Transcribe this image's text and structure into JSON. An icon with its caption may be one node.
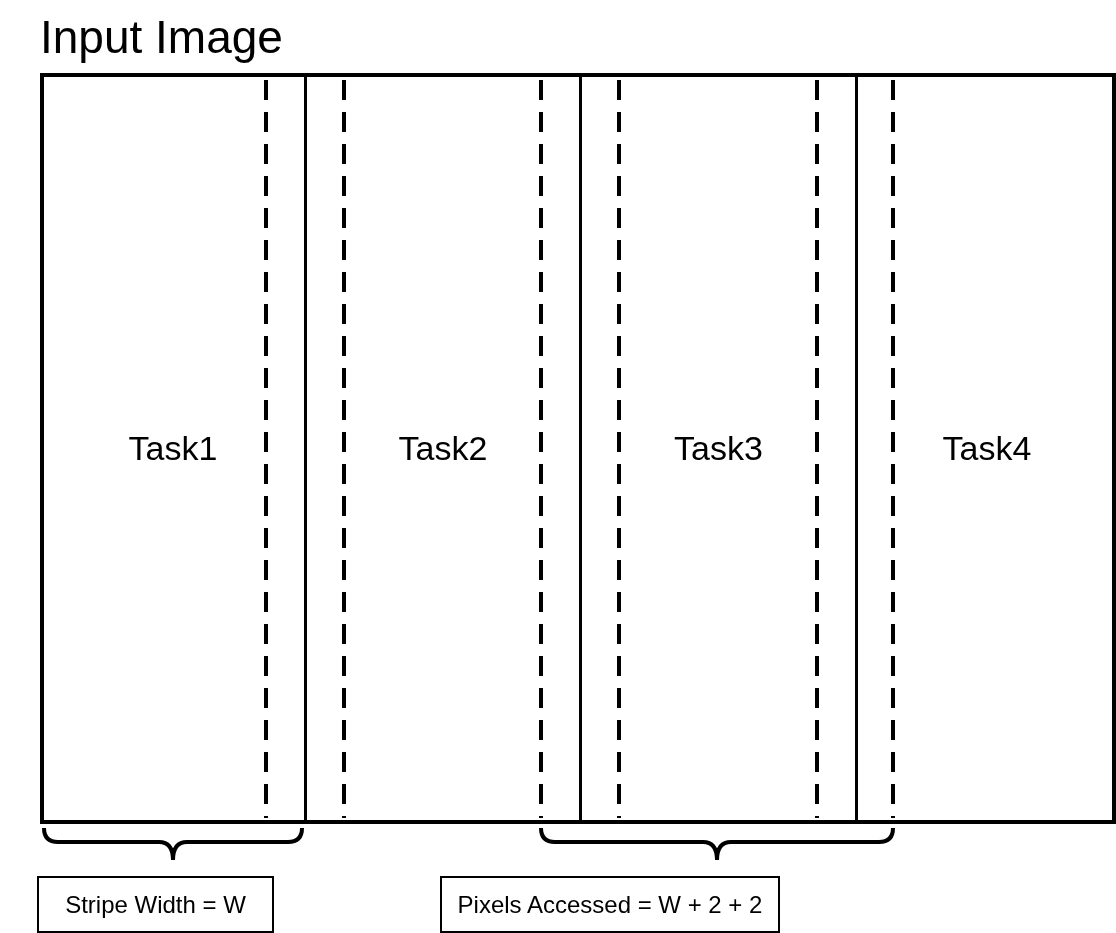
{
  "diagram": {
    "nodes": [
      {
        "text": [
          "Input Image"
        ]
      },
      {
        "text": [
          "Task1"
        ],
        "in": 0
      },
      {
        "text": [
          "Task2"
        ],
        "in": 0
      },
      {
        "text": [
          "Task3"
        ],
        "in": 0
      },
      {
        "text": [
          "Task4"
        ],
        "in": 0
      },
      {
        "text": [
          "Stripe Width = W"
        ]
      },
      {
        "text": [
          "Pixels Accessed = W + 2 + 2"
        ]
      }
    ],
    "edges": []
  }
}
